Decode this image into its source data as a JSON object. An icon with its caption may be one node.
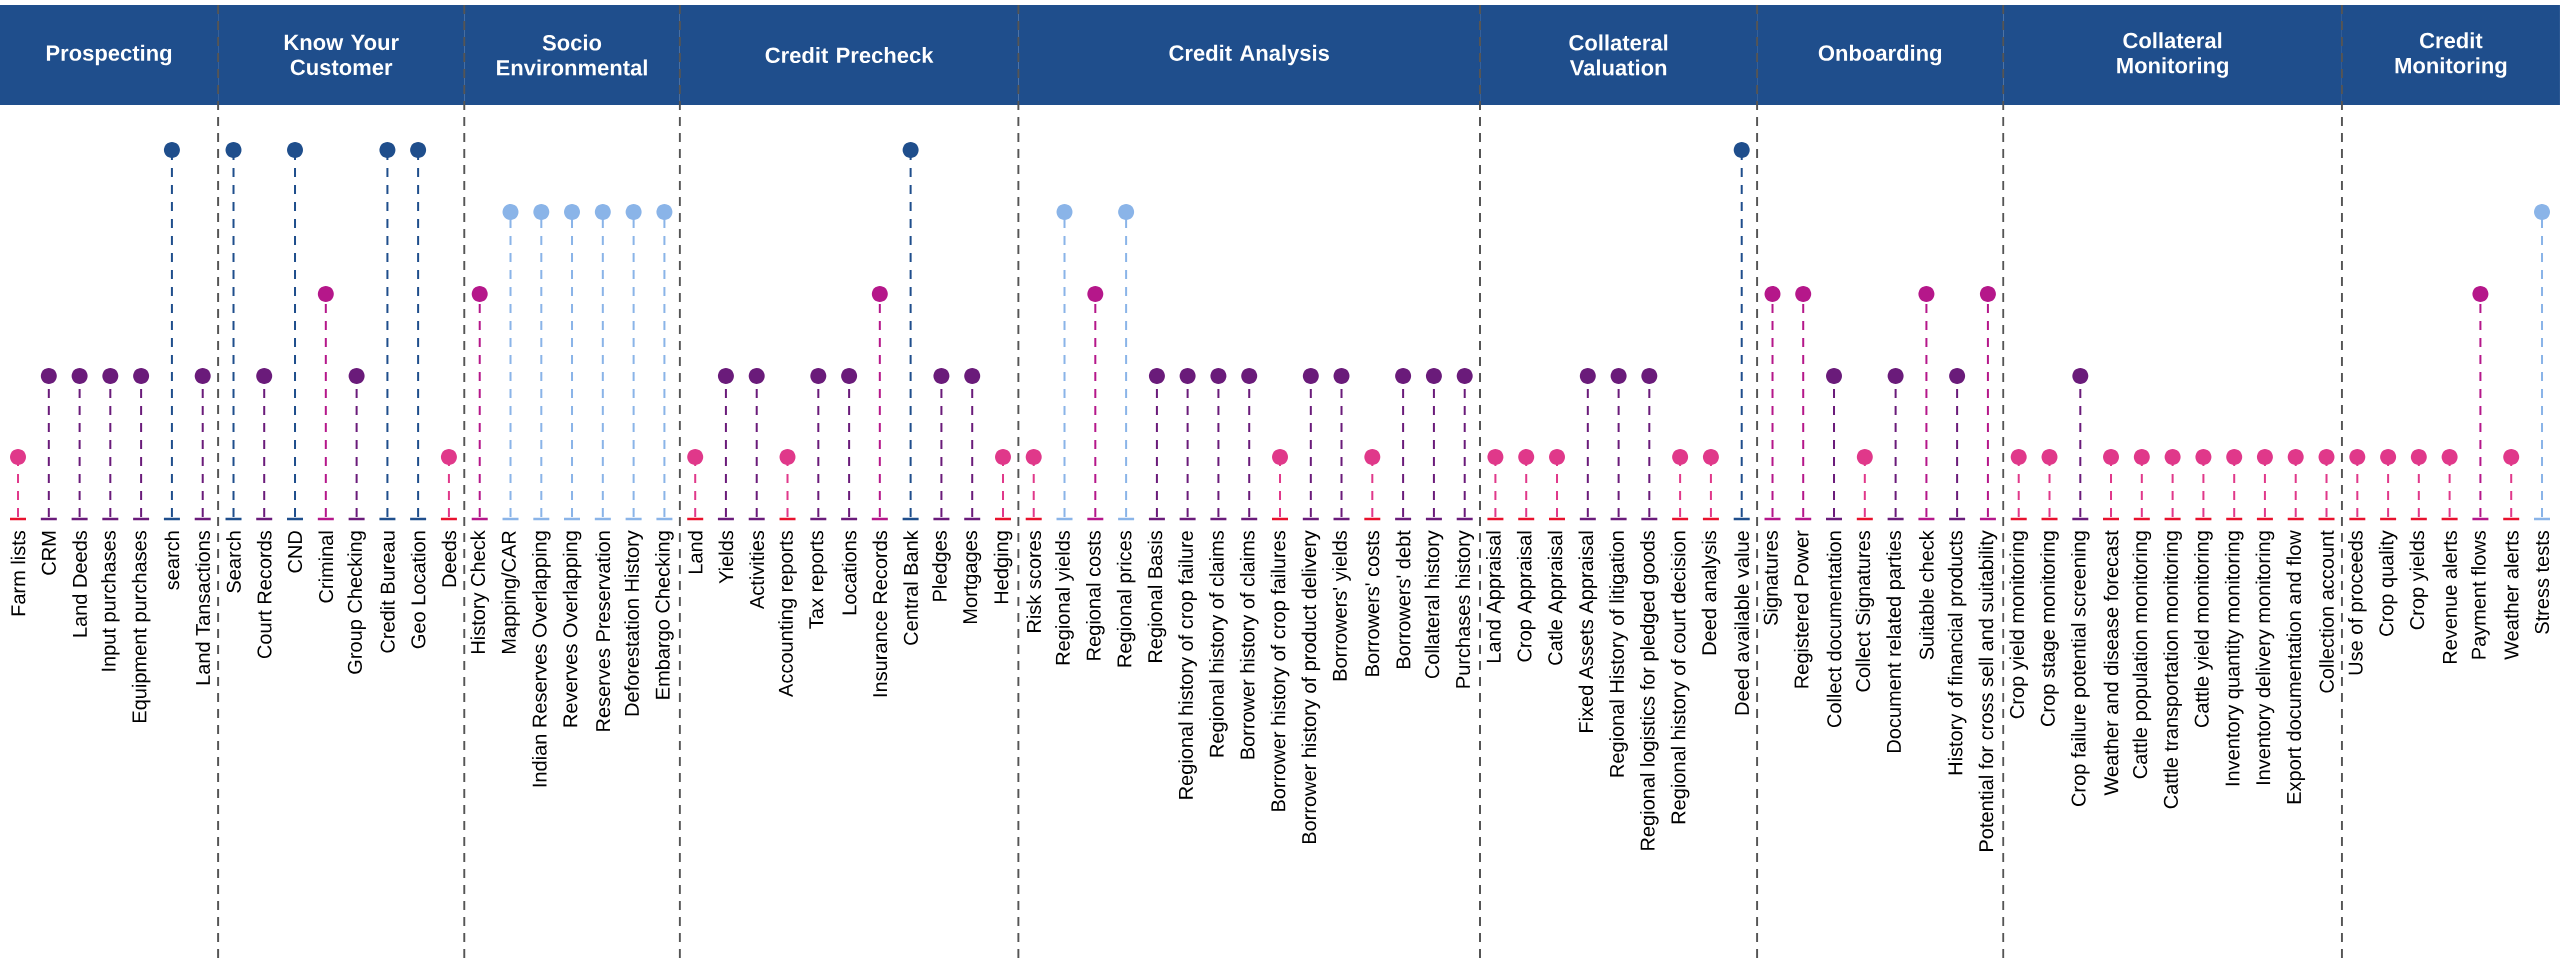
{
  "diagram": {
    "nodes": [
      {
        "text": [
          "Prospecting"
        ]
      },
      {
        "text": [
          "Know Your Customer"
        ]
      },
      {
        "text": [
          "Socio Environmental"
        ]
      },
      {
        "text": [
          "Credit Precheck"
        ]
      },
      {
        "text": [
          "Credit Analysis"
        ]
      },
      {
        "text": [
          "Collateral Valuation"
        ]
      },
      {
        "text": [
          "Onboarding"
        ]
      },
      {
        "text": [
          "Collateral Monitoring"
        ]
      },
      {
        "text": [
          "Credit Monitoring"
        ]
      }
    ],
    "labels": [
      "Farm lists",
      "CRM",
      "Land Deeds",
      "Input purchases",
      "Equipment purchases",
      "search",
      "Land Tansactions",
      "Search",
      "Court Records",
      "CND",
      "Criminal",
      "Group Checking",
      "Credit Bureau",
      "Geo Location",
      "Deeds",
      "History Check",
      "Mapping/CAR",
      "Indian Reserves Overlapping",
      "Reverves Overlapping",
      "Reserves Preservation",
      "Deforestation History",
      "Embargo Checking",
      "Land",
      "Yields",
      "Activities",
      "Accounting reports",
      "Tax reports",
      "Locations",
      "Insurance Records",
      "Central Bank",
      "Pledges",
      "Mortgages",
      "Hedging",
      "Risk scores",
      "Regional yields",
      "Regional costs",
      "Regional prices",
      "Regional Basis",
      "Regional history of crop failure",
      "Regional history of claims",
      "Borrower history of claims",
      "Borrower history of crop failures",
      "Borrower history of product delivery",
      "Borrowers' yields",
      "Borrowers' costs",
      "Borrowers' debt",
      "Collateral history",
      "Purchases history",
      "Land Appraisal",
      "Crop Appraisal",
      "Catle Appraisal",
      "Fixed Assets Appraisal",
      "Regional History of litigation",
      "Regional logistics for pledged goods",
      "Regional history of court decision",
      "Deed analysis",
      "Deed available value",
      "Signatures",
      "Registered Power",
      "Collect documentation",
      "Collect Signatures",
      "Document related parties",
      "Suitable check",
      "History of financial products",
      "Potential for cross sell and suitability",
      "Crop yield monitoring",
      "Crop stage monitoring",
      "Crop failure potential screening",
      "Weather and disease forecast",
      "Cattle population monitoring",
      "Cattle transportation monitoring",
      "Cattle yield monitoring",
      "Inventory quantity monitoring",
      "Inventory delivery monitoring",
      "Export documentation and flow",
      "Collection account",
      "Use of proceeds",
      "Crop quality",
      "Crop yields",
      "Revenue alerts",
      "Payment flows",
      "Weather alerts",
      "Stress tests"
    ]
  }
}
